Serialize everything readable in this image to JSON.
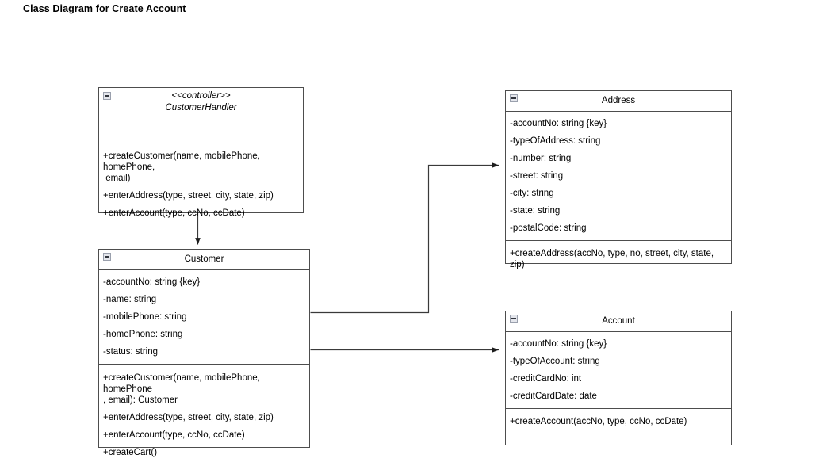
{
  "title": "Class Diagram for Create Account",
  "icons": {
    "collapse": "minus-square-icon"
  },
  "classes": {
    "customer_handler": {
      "stereotype": "<<controller>>",
      "name": "CustomerHandler",
      "attributes": [],
      "methods": [
        "+createCustomer(name, mobilePhone, homePhone,\n email)",
        "+enterAddress(type, street, city, state, zip)",
        "+enterAccount(type, ccNo, ccDate)"
      ]
    },
    "customer": {
      "stereotype": "",
      "name": "Customer",
      "attributes": [
        "-accountNo: string {key}",
        "-name: string",
        "-mobilePhone: string",
        "-homePhone: string",
        "-status: string"
      ],
      "methods": [
        "+createCustomer(name, mobilePhone, homePhone\n, email): Customer",
        "+enterAddress(type, street, city, state, zip)",
        "+enterAccount(type, ccNo, ccDate)",
        "+createCart()"
      ]
    },
    "address": {
      "stereotype": "",
      "name": "Address",
      "attributes": [
        "-accountNo: string {key}",
        "-typeOfAddress: string",
        "-number: string",
        "-street: string",
        "-city: string",
        "-state: string",
        "-postalCode: string"
      ],
      "methods": [
        "+createAddress(accNo, type, no, street, city, state, zip)"
      ]
    },
    "account": {
      "stereotype": "",
      "name": "Account",
      "attributes": [
        "-accountNo: string {key}",
        "-typeOfAccount: string",
        "-creditCardNo: int",
        "-creditCardDate: date"
      ],
      "methods": [
        "+createAccount(accNo, type, ccNo, ccDate)"
      ]
    }
  },
  "connectors": [
    {
      "id": "handler-to-customer",
      "from": "CustomerHandler",
      "to": "Customer",
      "arrow": "filled-open-arrow"
    },
    {
      "id": "customer-to-address",
      "from": "Customer",
      "to": "Address",
      "arrow": "filled-open-arrow"
    },
    {
      "id": "customer-to-account",
      "from": "Customer",
      "to": "Account",
      "arrow": "filled-open-arrow"
    }
  ],
  "colors": {
    "border": "#4d4d4d",
    "background": "#ffffff",
    "text": "#000000",
    "icon_fill": "#e4e6ec",
    "icon_border": "#9aa0ad"
  }
}
